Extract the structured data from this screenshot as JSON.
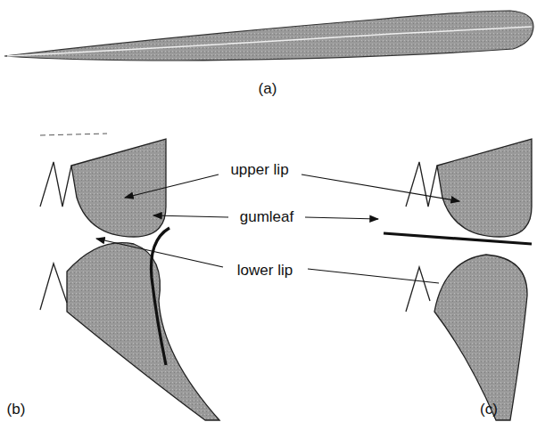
{
  "diagram": {
    "labels": [
      "(a)",
      "upper lip",
      "gumleaf",
      "lower lip",
      "(b)",
      "(c)"
    ]
  }
}
